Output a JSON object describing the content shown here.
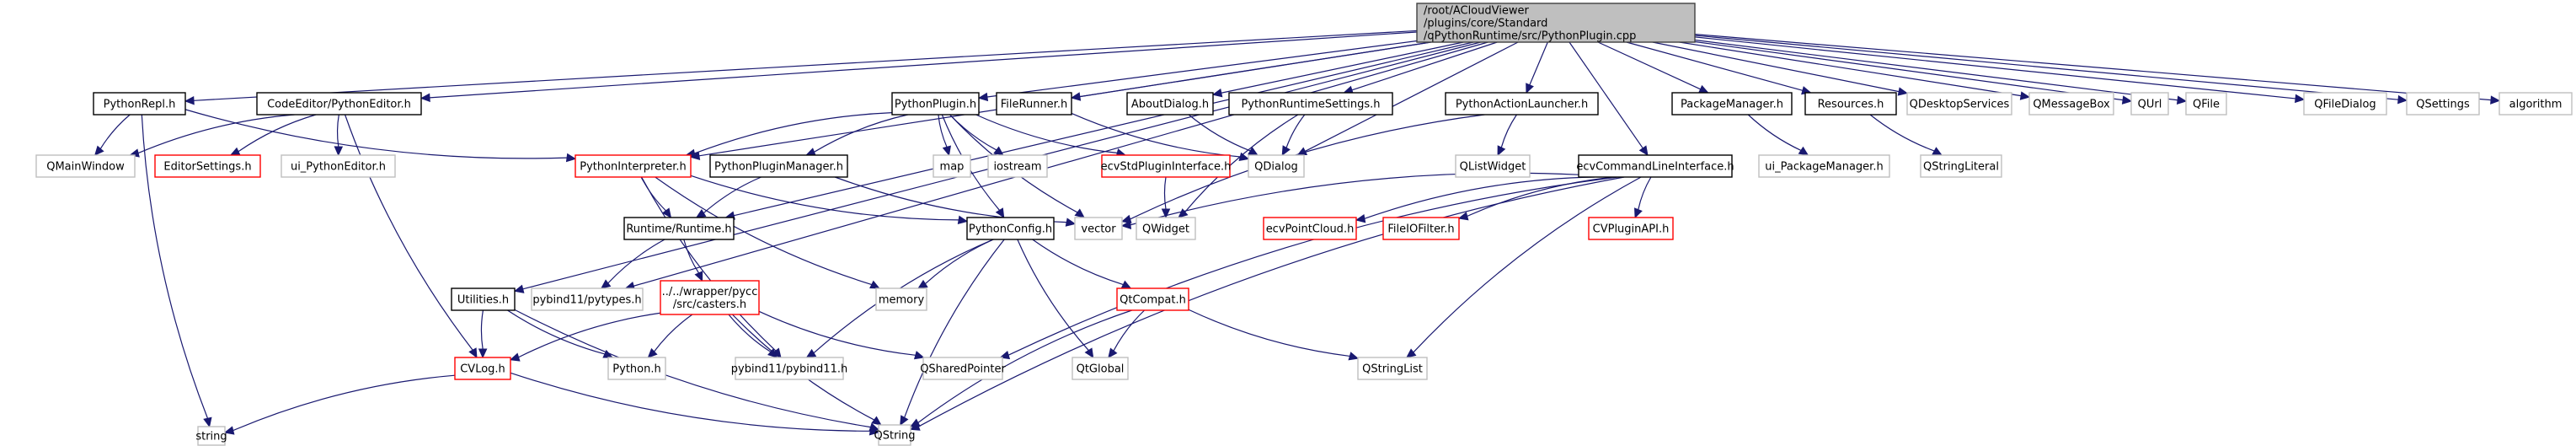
{
  "title": "Include dependency graph for PythonPlugin.cpp",
  "colors": {
    "edge": "#191970",
    "root_fill": "#bfbfbf",
    "documented_border": "#000000",
    "undocumented_border": "#bfbfbf",
    "truncated_border": "#ff0000"
  },
  "nodes": [
    {
      "id": "root",
      "kind": "root",
      "label": [
        "/root/ACloudViewer",
        "/plugins/core/Standard",
        "/qPythonRuntime/src/PythonPlugin.cpp"
      ]
    },
    {
      "id": "PythonRepl",
      "kind": "doc",
      "label": [
        "PythonRepl.h"
      ]
    },
    {
      "id": "PythonEditor",
      "kind": "doc",
      "label": [
        "CodeEditor/PythonEditor.h"
      ]
    },
    {
      "id": "PythonPluginH",
      "kind": "doc",
      "label": [
        "PythonPlugin.h"
      ]
    },
    {
      "id": "FileRunner",
      "kind": "doc",
      "label": [
        "FileRunner.h"
      ]
    },
    {
      "id": "AboutDialog",
      "kind": "doc",
      "label": [
        "AboutDialog.h"
      ]
    },
    {
      "id": "PythonRuntimeSettings",
      "kind": "doc",
      "label": [
        "PythonRuntimeSettings.h"
      ]
    },
    {
      "id": "PythonActionLauncher",
      "kind": "doc",
      "label": [
        "PythonActionLauncher.h"
      ]
    },
    {
      "id": "PackageManager",
      "kind": "doc",
      "label": [
        "PackageManager.h"
      ]
    },
    {
      "id": "Resources",
      "kind": "doc",
      "label": [
        "Resources.h"
      ]
    },
    {
      "id": "QDesktopServices",
      "kind": "missing",
      "label": [
        "QDesktopServices"
      ]
    },
    {
      "id": "QMessageBox",
      "kind": "missing",
      "label": [
        "QMessageBox"
      ]
    },
    {
      "id": "QUrl",
      "kind": "missing",
      "label": [
        "QUrl"
      ]
    },
    {
      "id": "QFile",
      "kind": "missing",
      "label": [
        "QFile"
      ]
    },
    {
      "id": "QFileDialog",
      "kind": "missing",
      "label": [
        "QFileDialog"
      ]
    },
    {
      "id": "QSettings",
      "kind": "missing",
      "label": [
        "QSettings"
      ]
    },
    {
      "id": "algorithm",
      "kind": "missing",
      "label": [
        "algorithm"
      ]
    },
    {
      "id": "QMainWindow",
      "kind": "missing",
      "label": [
        "QMainWindow"
      ]
    },
    {
      "id": "EditorSettings",
      "kind": "truncated",
      "label": [
        "EditorSettings.h"
      ]
    },
    {
      "id": "ui_PythonEditor",
      "kind": "missing",
      "label": [
        "ui_PythonEditor.h"
      ]
    },
    {
      "id": "PythonInterpreter",
      "kind": "truncated",
      "label": [
        "PythonInterpreter.h"
      ]
    },
    {
      "id": "PythonPluginManager",
      "kind": "doc",
      "label": [
        "PythonPluginManager.h"
      ]
    },
    {
      "id": "map",
      "kind": "missing",
      "label": [
        "map"
      ]
    },
    {
      "id": "iostream",
      "kind": "missing",
      "label": [
        "iostream"
      ]
    },
    {
      "id": "ecvStdPluginInterface",
      "kind": "truncated",
      "label": [
        "ecvStdPluginInterface.h"
      ]
    },
    {
      "id": "QDialog",
      "kind": "missing",
      "label": [
        "QDialog"
      ]
    },
    {
      "id": "QListWidget",
      "kind": "missing",
      "label": [
        "QListWidget"
      ]
    },
    {
      "id": "ecvCommandLineInterface",
      "kind": "doc",
      "label": [
        "ecvCommandLineInterface.h"
      ]
    },
    {
      "id": "ui_PackageManager",
      "kind": "missing",
      "label": [
        "ui_PackageManager.h"
      ]
    },
    {
      "id": "QStringLiteral",
      "kind": "missing",
      "label": [
        "QStringLiteral"
      ]
    },
    {
      "id": "RuntimeH",
      "kind": "doc",
      "label": [
        "Runtime/Runtime.h"
      ]
    },
    {
      "id": "PythonConfig",
      "kind": "doc",
      "label": [
        "PythonConfig.h"
      ]
    },
    {
      "id": "vector",
      "kind": "missing",
      "label": [
        "vector"
      ]
    },
    {
      "id": "QWidget",
      "kind": "missing",
      "label": [
        "QWidget"
      ]
    },
    {
      "id": "ecvPointCloud",
      "kind": "truncated",
      "label": [
        "ecvPointCloud.h"
      ]
    },
    {
      "id": "FileIOFilter",
      "kind": "truncated",
      "label": [
        "FileIOFilter.h"
      ]
    },
    {
      "id": "CVPluginAPI",
      "kind": "truncated",
      "label": [
        "CVPluginAPI.h"
      ]
    },
    {
      "id": "Utilities",
      "kind": "doc",
      "label": [
        "Utilities.h"
      ]
    },
    {
      "id": "pytypes",
      "kind": "missing",
      "label": [
        "pybind11/pytypes.h"
      ]
    },
    {
      "id": "casters",
      "kind": "truncated",
      "label": [
        "../../wrapper/pycc",
        "/src/casters.h"
      ]
    },
    {
      "id": "memory",
      "kind": "missing",
      "label": [
        "memory"
      ]
    },
    {
      "id": "QtCompat",
      "kind": "truncated",
      "label": [
        "QtCompat.h"
      ]
    },
    {
      "id": "CVLog",
      "kind": "truncated",
      "label": [
        "CVLog.h"
      ]
    },
    {
      "id": "PythonH",
      "kind": "missing",
      "label": [
        "Python.h"
      ]
    },
    {
      "id": "pybind11",
      "kind": "missing",
      "label": [
        "pybind11/pybind11.h"
      ]
    },
    {
      "id": "QSharedPointer",
      "kind": "missing",
      "label": [
        "QSharedPointer"
      ]
    },
    {
      "id": "QtGlobal",
      "kind": "missing",
      "label": [
        "QtGlobal"
      ]
    },
    {
      "id": "QStringList",
      "kind": "missing",
      "label": [
        "QStringList"
      ]
    },
    {
      "id": "string",
      "kind": "missing",
      "label": [
        "string"
      ]
    },
    {
      "id": "QString",
      "kind": "missing",
      "label": [
        "QString"
      ]
    }
  ],
  "edges": [
    [
      "root",
      "PythonRepl"
    ],
    [
      "root",
      "PythonEditor"
    ],
    [
      "root",
      "PythonPluginH"
    ],
    [
      "root",
      "FileRunner"
    ],
    [
      "root",
      "AboutDialog"
    ],
    [
      "root",
      "PythonRuntimeSettings"
    ],
    [
      "root",
      "PythonActionLauncher"
    ],
    [
      "root",
      "PackageManager"
    ],
    [
      "root",
      "Resources"
    ],
    [
      "root",
      "QDesktopServices"
    ],
    [
      "root",
      "QMessageBox"
    ],
    [
      "root",
      "QUrl"
    ],
    [
      "root",
      "QFile"
    ],
    [
      "root",
      "QFileDialog"
    ],
    [
      "root",
      "QSettings"
    ],
    [
      "root",
      "algorithm"
    ],
    [
      "root",
      "Utilities"
    ],
    [
      "root",
      "pytypes"
    ],
    [
      "root",
      "RuntimeH"
    ],
    [
      "root",
      "ecvCommandLineInterface"
    ],
    [
      "root",
      "QDialog"
    ],
    [
      "root",
      "PythonInterpreter"
    ],
    [
      "PythonRepl",
      "QMainWindow"
    ],
    [
      "PythonRepl",
      "PythonInterpreter"
    ],
    [
      "PythonRepl",
      "string"
    ],
    [
      "PythonEditor",
      "QMainWindow"
    ],
    [
      "PythonEditor",
      "EditorSettings"
    ],
    [
      "PythonEditor",
      "ui_PythonEditor"
    ],
    [
      "PythonEditor",
      "CVLog"
    ],
    [
      "PythonPluginH",
      "PythonInterpreter"
    ],
    [
      "PythonPluginH",
      "PythonPluginManager"
    ],
    [
      "PythonPluginH",
      "map"
    ],
    [
      "PythonPluginH",
      "iostream"
    ],
    [
      "PythonPluginH",
      "ecvStdPluginInterface"
    ],
    [
      "PythonPluginH",
      "PythonConfig"
    ],
    [
      "PythonPluginH",
      "vector"
    ],
    [
      "FileRunner",
      "QDialog"
    ],
    [
      "AboutDialog",
      "QDialog"
    ],
    [
      "PythonRuntimeSettings",
      "QDialog"
    ],
    [
      "PythonRuntimeSettings",
      "QWidget"
    ],
    [
      "PythonActionLauncher",
      "QListWidget"
    ],
    [
      "PythonActionLauncher",
      "vector"
    ],
    [
      "PackageManager",
      "ui_PackageManager"
    ],
    [
      "Resources",
      "QStringLiteral"
    ],
    [
      "PythonInterpreter",
      "RuntimeH"
    ],
    [
      "PythonInterpreter",
      "PythonConfig"
    ],
    [
      "PythonInterpreter",
      "memory"
    ],
    [
      "PythonInterpreter",
      "pybind11"
    ],
    [
      "PythonPluginManager",
      "RuntimeH"
    ],
    [
      "PythonPluginManager",
      "vector"
    ],
    [
      "ecvStdPluginInterface",
      "QWidget"
    ],
    [
      "ecvCommandLineInterface",
      "vector"
    ],
    [
      "ecvCommandLineInterface",
      "ecvPointCloud"
    ],
    [
      "ecvCommandLineInterface",
      "FileIOFilter"
    ],
    [
      "ecvCommandLineInterface",
      "CVPluginAPI"
    ],
    [
      "ecvCommandLineInterface",
      "QStringList"
    ],
    [
      "ecvCommandLineInterface",
      "QSharedPointer"
    ],
    [
      "ecvCommandLineInterface",
      "QString"
    ],
    [
      "RuntimeH",
      "pytypes"
    ],
    [
      "RuntimeH",
      "casters"
    ],
    [
      "PythonConfig",
      "memory"
    ],
    [
      "PythonConfig",
      "pybind11"
    ],
    [
      "PythonConfig",
      "QtGlobal"
    ],
    [
      "PythonConfig",
      "QtCompat"
    ],
    [
      "PythonConfig",
      "QString"
    ],
    [
      "Utilities",
      "CVLog"
    ],
    [
      "Utilities",
      "PythonH"
    ],
    [
      "Utilities",
      "QString"
    ],
    [
      "casters",
      "CVLog"
    ],
    [
      "casters",
      "PythonH"
    ],
    [
      "casters",
      "pybind11"
    ],
    [
      "casters",
      "QSharedPointer"
    ],
    [
      "casters",
      "QString"
    ],
    [
      "QtCompat",
      "QtGlobal"
    ],
    [
      "QtCompat",
      "QStringList"
    ],
    [
      "QtCompat",
      "QString"
    ],
    [
      "CVLog",
      "string"
    ],
    [
      "CVLog",
      "QString"
    ]
  ]
}
